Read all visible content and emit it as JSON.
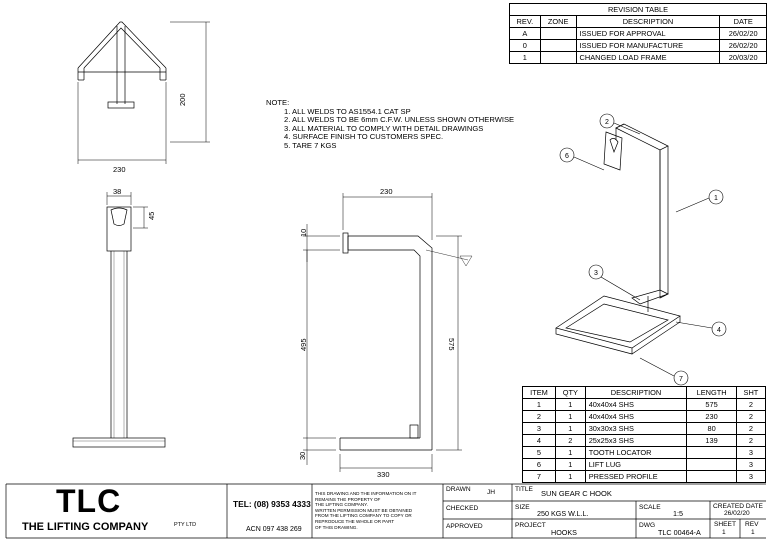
{
  "revision_table": {
    "title": "REVISION TABLE",
    "headers": [
      "REV.",
      "ZONE",
      "DESCRIPTION",
      "DATE"
    ],
    "rows": [
      [
        "A",
        "",
        "ISSUED FOR APPROVAL",
        "26/02/20"
      ],
      [
        "0",
        "",
        "ISSUED FOR MANUFACTURE",
        "26/02/20"
      ],
      [
        "1",
        "",
        "CHANGED LOAD FRAME",
        "20/03/20"
      ]
    ]
  },
  "notes": {
    "heading": "NOTE:",
    "items": [
      "1. ALL WELDS TO AS1554.1 CAT SP",
      "2. ALL WELDS TO BE 6mm C.F.W. UNLESS SHOWN OTHERWISE",
      "3. ALL MATERIAL TO COMPLY WITH DETAIL DRAWINGS",
      "4. SURFACE FINISH TO CUSTOMERS SPEC.",
      "5. TARE 7 KGS"
    ]
  },
  "dimensions": {
    "top_height": "200",
    "top_width": "230",
    "lug_width": "38",
    "lug_height": "45",
    "side_top_width": "230",
    "side_top_thk": "10",
    "side_inner_height": "495",
    "side_total_height": "575",
    "side_base_thk": "30",
    "side_base_width": "330"
  },
  "balloons": [
    "1",
    "2",
    "3",
    "4",
    "6",
    "7"
  ],
  "bom": {
    "headers": [
      "ITEM",
      "QTY",
      "DESCRIPTION",
      "LENGTH",
      "SHT"
    ],
    "rows": [
      [
        "1",
        "1",
        "40x40x4 SHS",
        "575",
        "2"
      ],
      [
        "2",
        "1",
        "40x40x4 SHS",
        "230",
        "2"
      ],
      [
        "3",
        "1",
        "30x30x3 SHS",
        "80",
        "2"
      ],
      [
        "4",
        "2",
        "25x25x3 SHS",
        "139",
        "2"
      ],
      [
        "5",
        "1",
        "TOOTH LOCATOR",
        "",
        "3"
      ],
      [
        "6",
        "1",
        "LIFT LUG",
        "",
        "3"
      ],
      [
        "7",
        "1",
        "PRESSED PROFILE",
        "",
        "3"
      ]
    ]
  },
  "title_block": {
    "logo": "TLC",
    "company": "THE LIFTING COMPANY",
    "pty": "PTY LTD",
    "tel": "TEL: (08) 9353 4333",
    "acn": "ACN 097 438 269",
    "disclaimer_lines": [
      "THIS DRAWING AND THE INFORMATION ON IT",
      "REMAINS THE PROPERTY OF",
      "THE LIFTING COMPANY.",
      "WRITTEN PERMISSION MUST BE OBTAINED",
      "FROM THE LIFTING COMPANY TO COPY OR",
      "REPRODUCE THE WHOLE OR PART",
      "OF THIS DRAWING."
    ],
    "drawn_label": "DRAWN",
    "drawn_value": "JH",
    "checked_label": "CHECKED",
    "approved_label": "APPROVED",
    "title_label": "TITLE",
    "title_value": "SUN GEAR C HOOK",
    "size_label": "SIZE",
    "size_value": "250 KGS W.L.L.",
    "scale_label": "SCALE",
    "scale_value": "1:5",
    "created_label": "CREATED DATE",
    "created_value": "26/02/20",
    "project_label": "PROJECT",
    "project_value": "HOOKS",
    "dwg_label": "DWG",
    "dwg_value": "TLC 00464-A",
    "sheet_label": "SHEET",
    "sheet_value": "1",
    "rev_label": "REV",
    "rev_value": "1"
  }
}
